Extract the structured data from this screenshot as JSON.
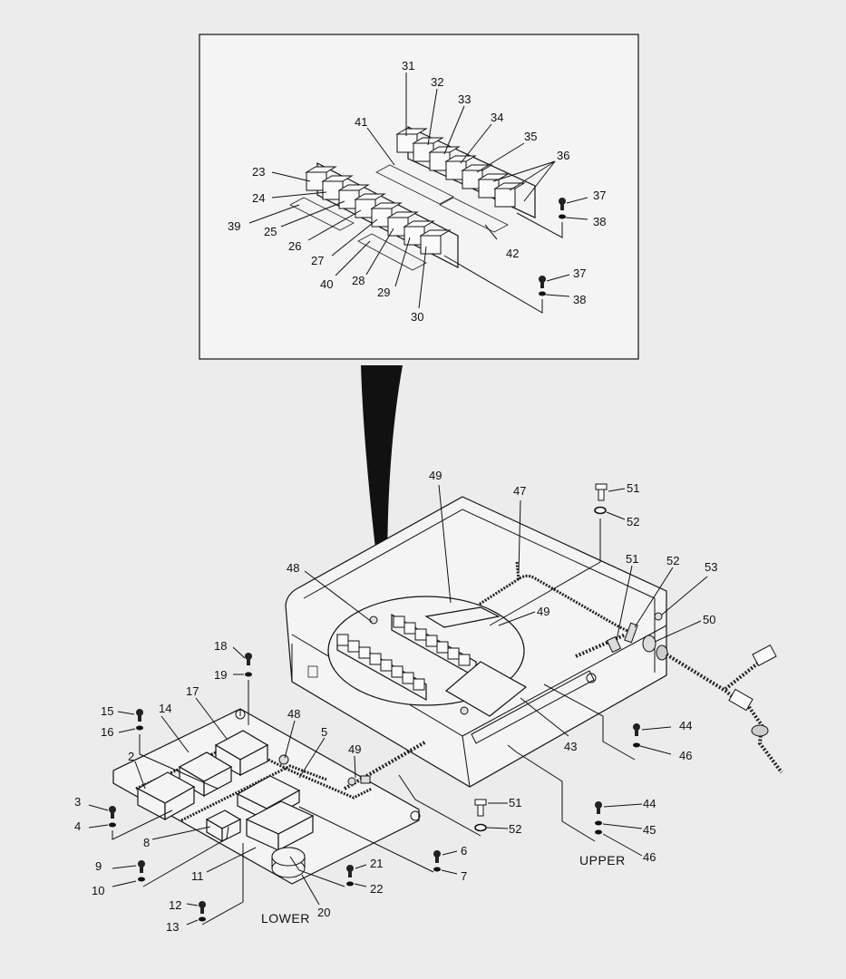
{
  "diagram": {
    "background": "#ececec",
    "line_color": "#111111",
    "texts": {
      "upper": "UPPER",
      "lower": "LOWER"
    },
    "inset_callouts": [
      "31",
      "32",
      "33",
      "34",
      "35",
      "36",
      "37",
      "38",
      "23",
      "24",
      "39",
      "25",
      "26",
      "27",
      "40",
      "28",
      "29",
      "30",
      "41",
      "42",
      "37",
      "38"
    ],
    "main_callouts": [
      "49",
      "47",
      "51",
      "52",
      "48",
      "49",
      "51",
      "52",
      "53",
      "50",
      "43",
      "44",
      "46",
      "44",
      "45",
      "46",
      "51",
      "52",
      "18",
      "19",
      "15",
      "16",
      "14",
      "17",
      "48",
      "5",
      "49",
      "2",
      "3",
      "4",
      "8",
      "11",
      "9",
      "10",
      "12",
      "13",
      "21",
      "22",
      "20",
      "6",
      "7"
    ]
  }
}
